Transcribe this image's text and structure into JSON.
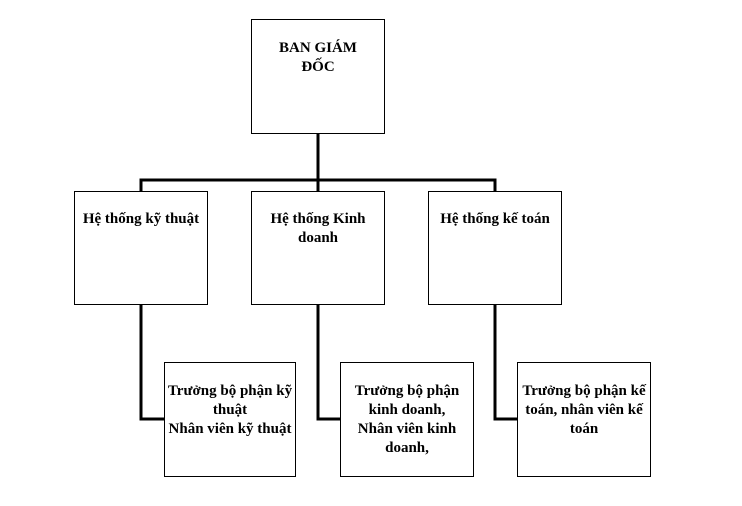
{
  "org_chart": {
    "root": {
      "lines": [
        "BAN GIÁM",
        "ĐỐC"
      ]
    },
    "departments": [
      {
        "title_lines": [
          "Hệ thống kỹ thuật"
        ],
        "sub_lines": [
          "Trưởng bộ phận kỹ",
          "thuật",
          "Nhân viên kỹ thuật"
        ]
      },
      {
        "title_lines": [
          "Hệ thống Kinh",
          "doanh"
        ],
        "sub_lines": [
          "Trưởng bộ phận",
          "kinh doanh,",
          "Nhân viên kinh",
          "doanh,"
        ]
      },
      {
        "title_lines": [
          "Hệ thống kế toán"
        ],
        "sub_lines": [
          "Trưởng bộ phận kế",
          "toán, nhân viên kế",
          "toán"
        ]
      }
    ],
    "colors": {
      "line": "#000000",
      "box_border": "#000000",
      "box_fill": "#ffffff",
      "text": "#000000"
    }
  }
}
